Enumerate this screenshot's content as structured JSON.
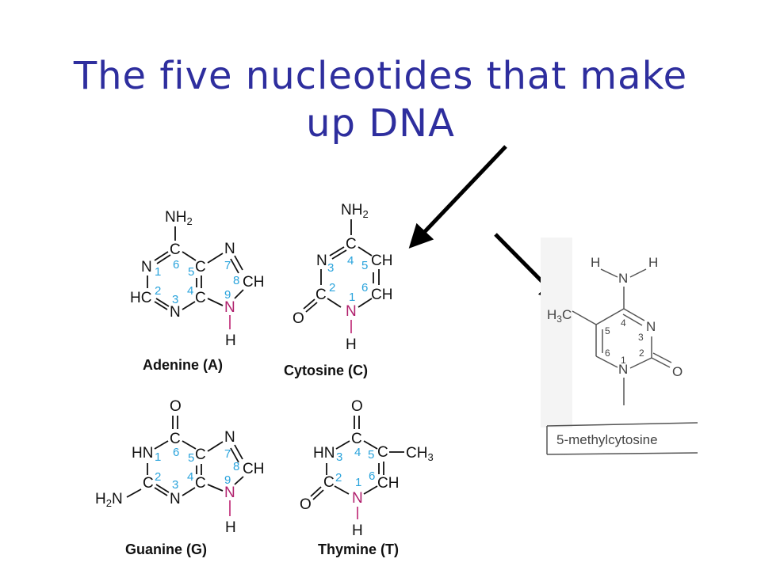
{
  "title": "The five nucleotides that make up DNA",
  "colors": {
    "title": "#2e2e9e",
    "ring_number": "#29a3dc",
    "nitrogen_link": "#b0206d"
  },
  "molecules": {
    "adenine": {
      "name": "Adenine (A)"
    },
    "cytosine": {
      "name": "Cytosine (C)"
    },
    "guanine": {
      "name": "Guanine (G)"
    },
    "thymine": {
      "name": "Thymine (T)"
    },
    "methylcytosine": {
      "name": "5-methylcytosine"
    }
  }
}
